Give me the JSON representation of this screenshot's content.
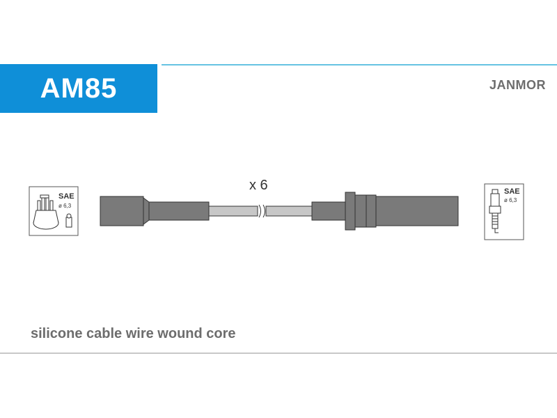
{
  "header": {
    "part_code": "AM85",
    "brand": "JANMOR"
  },
  "left_connector": {
    "standard": "SAE",
    "diameter": "ø 6,3",
    "icon": "distributor-cap-icon"
  },
  "right_connector": {
    "standard": "SAE",
    "diameter": "ø 6,3",
    "icon": "spark-plug-icon"
  },
  "cable": {
    "quantity_label": "x 6"
  },
  "footer": {
    "description": "silicone cable wire wound core"
  },
  "colors": {
    "accent_blue": "#0f8fd8",
    "line_cyan": "#66c3e2",
    "cable_fill": "#7a7a7a",
    "wire_fill": "#c7c7c7",
    "text_gray": "#6d6d6d"
  }
}
